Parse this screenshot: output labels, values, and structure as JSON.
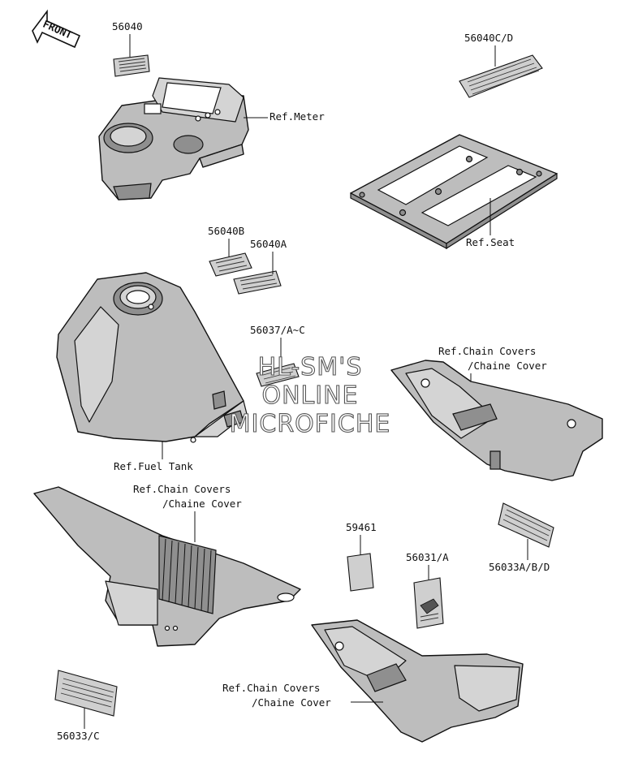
{
  "orientation": {
    "front_label": "FRONT"
  },
  "labels": {
    "p56040": "56040",
    "p56040cd": "56040C/D",
    "ref_meter": "Ref.Meter",
    "ref_seat": "Ref.Seat",
    "p56040b": "56040B",
    "p56040a": "56040A",
    "p56037": "56037/A~C",
    "ref_chain_covers_1a": "Ref.Chain Covers",
    "ref_chain_covers_1b": "/Chaine Cover",
    "ref_fuel_tank": "Ref.Fuel Tank",
    "ref_chain_covers_2a": "Ref.Chain Covers",
    "ref_chain_covers_2b": "/Chaine Cover",
    "p59461": "59461",
    "p56031": "56031/A",
    "p56033abd": "56033A/B/D",
    "ref_chain_covers_3a": "Ref.Chain Covers",
    "ref_chain_covers_3b": "/Chaine Cover",
    "p56033c": "56033/C"
  },
  "watermark": {
    "line1": "HL-SM'S",
    "line2": "ONLINE",
    "line3": "MICROFICHE"
  }
}
